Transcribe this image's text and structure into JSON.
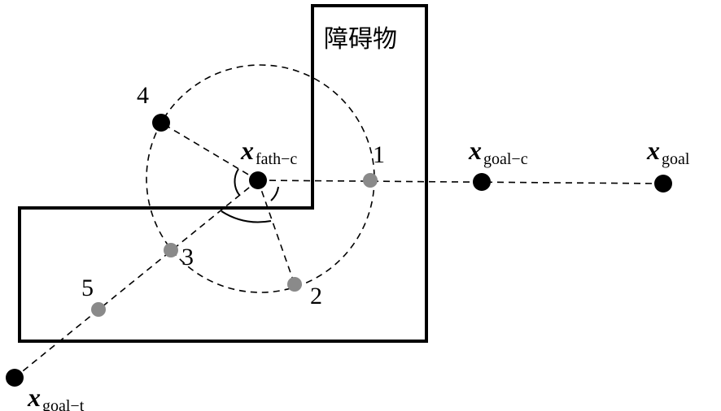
{
  "obstacle_label": "障碍物",
  "colors": {
    "node_black": "#000000",
    "node_gray": "#8a8a8a",
    "stroke": "#000000"
  },
  "nodes": {
    "n1": "1",
    "n2": "2",
    "n3": "3",
    "n4": "4",
    "n5": "5"
  },
  "labels": {
    "fath_main": "x",
    "fath_sub": "fath−c",
    "goal_c_main": "x",
    "goal_c_sub": "goal−c",
    "goal_main": "x",
    "goal_sub": "goal",
    "goal_t_main": "x",
    "goal_t_sub": "goal−t"
  }
}
